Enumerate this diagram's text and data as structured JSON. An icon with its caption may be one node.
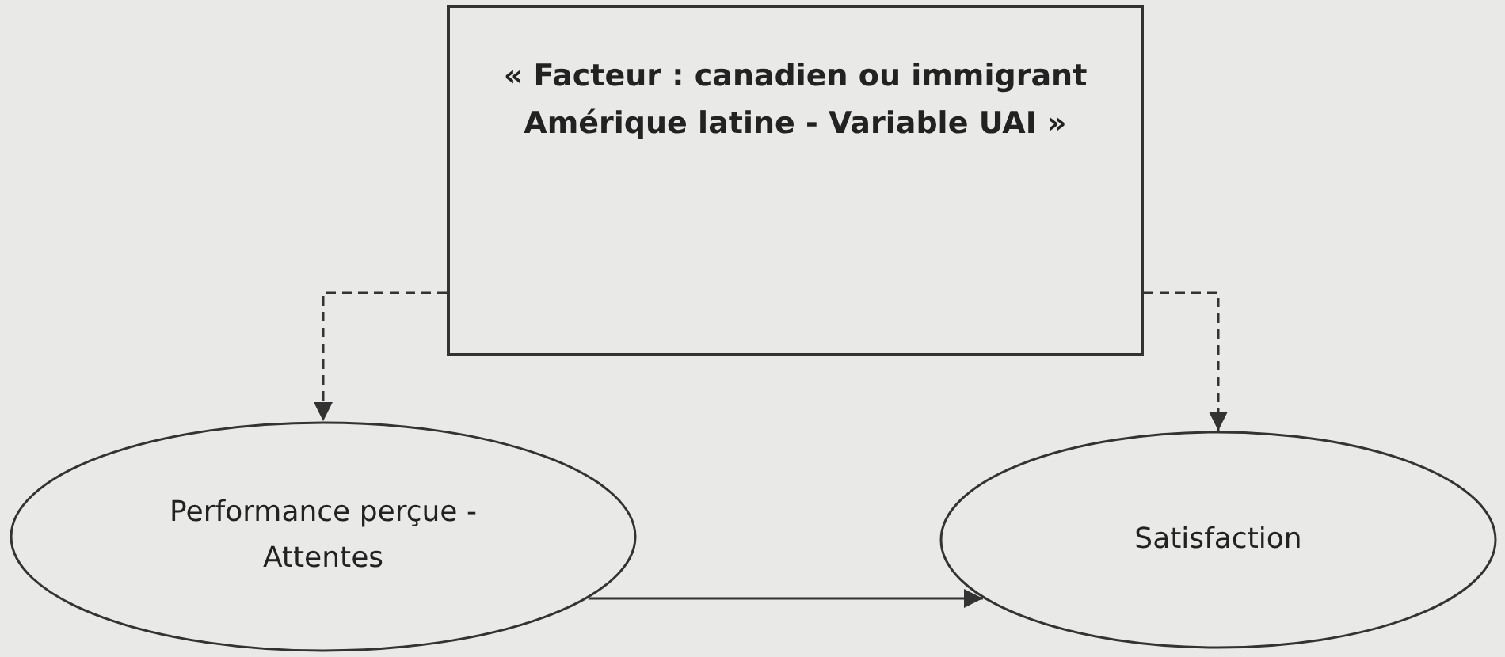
{
  "diagram": {
    "nodes": [
      {
        "text": [
          "« Facteur : canadien ou immigrant Amérique latine - Variable UAI »"
        ]
      },
      {
        "text": [
          "Performance perçue - Attentes"
        ]
      },
      {
        "text": [
          "Satisfaction"
        ]
      }
    ],
    "edges": [
      {
        "from": 0,
        "to": 1,
        "arrow": "to",
        "style": "dashed"
      },
      {
        "from": 0,
        "to": 2,
        "arrow": "to",
        "style": "dashed"
      },
      {
        "from": 1,
        "to": 2,
        "arrow": "to"
      }
    ]
  }
}
